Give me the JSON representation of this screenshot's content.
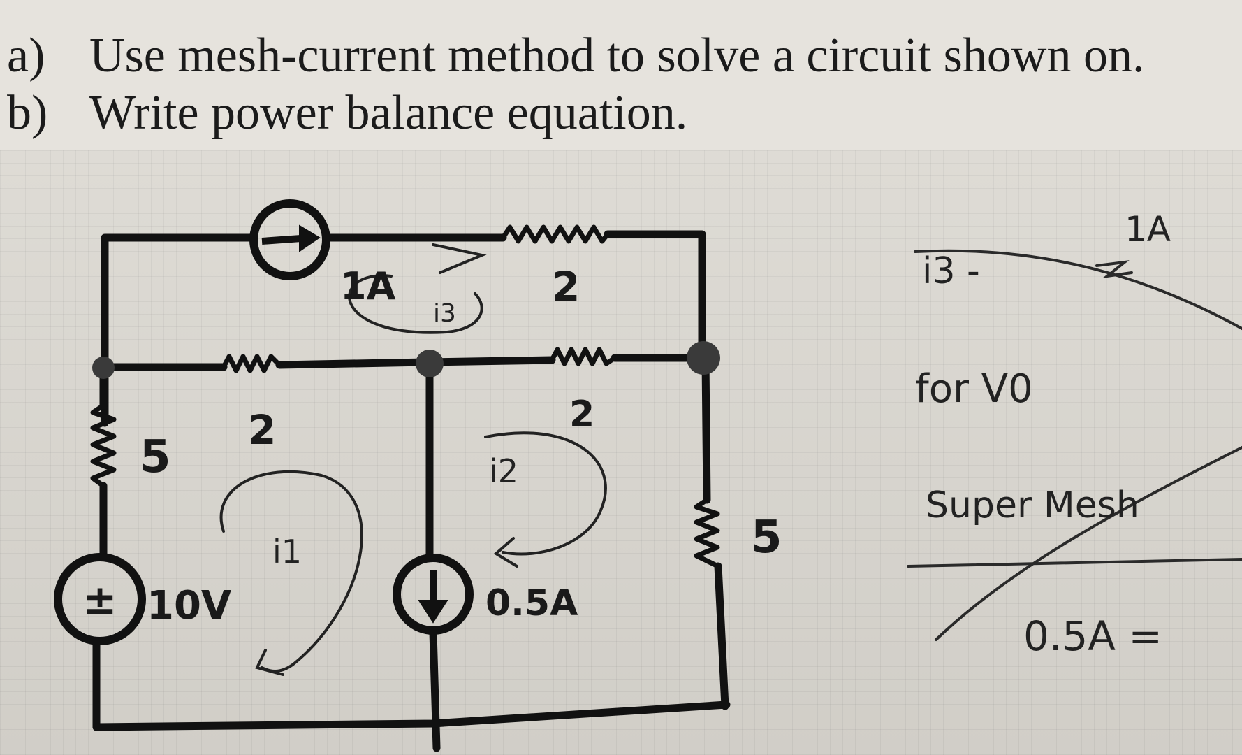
{
  "question": {
    "a_letter": "a)",
    "a_text": "Use mesh-current method to solve a circuit shown on.",
    "b_letter": "b)",
    "b_text": "Write power balance equation."
  },
  "circuit": {
    "source_1A": "1A",
    "r_top": "2",
    "r_mid_left": "2",
    "r_mid_right": "2",
    "r_left": "5",
    "r_right": "5",
    "source_10V": "10V",
    "source_05A": "0.5A",
    "mesh_i1": "i1",
    "mesh_i2": "i2",
    "mesh_i3": "i3"
  },
  "notes": {
    "line1": "i3 -",
    "line1_right": "1A",
    "line2": "for V0",
    "line3": "Super Mesh",
    "line4": "0.5A ="
  }
}
